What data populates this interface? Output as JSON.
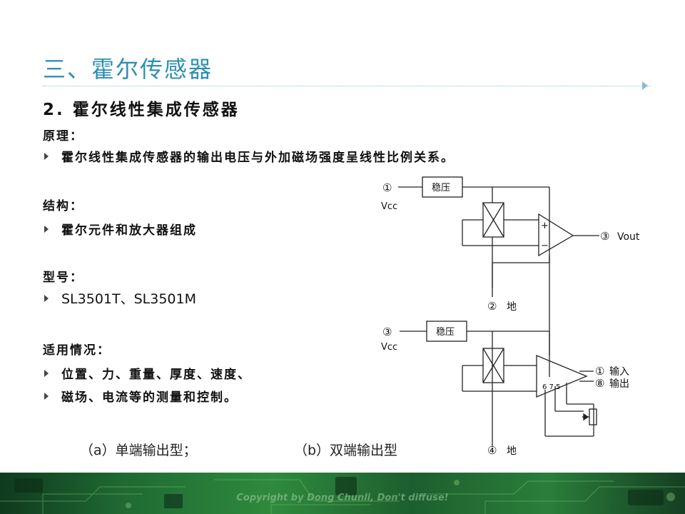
{
  "title": "三、霍尔传感器",
  "subtitle": "2. 霍尔线性集成传感器",
  "sections": [
    {
      "label": "原理：",
      "items": [
        "霍尔线性集成传感器的输出电压与外加磁场强度呈线性比例关系。"
      ]
    },
    {
      "label": "结构：",
      "items": [
        "霍尔元件和放大器组成"
      ]
    },
    {
      "label": "型号：",
      "items": [
        "SL3501T、SL3501M"
      ]
    },
    {
      "label": "适用情况：",
      "items": [
        "位置、力、重量、厚度、速度、",
        "磁场、电流等的测量和控制。"
      ]
    }
  ],
  "captions": {
    "a": "（a）单端输出型；",
    "b": "（b）双端输出型"
  },
  "circuit_a": {
    "vcc_pin": "①",
    "vcc_label": "Vcc",
    "regulator": "稳压",
    "plus": "+",
    "minus": "−",
    "out_pin": "③",
    "out_label": "Vout",
    "gnd_pin": "②",
    "gnd_label": "地"
  },
  "circuit_b": {
    "vcc_pin": "③",
    "vcc_label": "Vcc",
    "regulator": "稳压",
    "out1_pin": "①",
    "out1_label": "输入",
    "out2_pin": "⑧",
    "out2_label": "输出",
    "pins": "6  7  5",
    "gnd_pin": "④",
    "gnd_label": "地"
  },
  "footer": {
    "copyright": "Copyright by Dong Chunli,  Don't diffuse!"
  },
  "colors": {
    "title": "#2f8fb0",
    "footer": "#2f8a3d"
  }
}
